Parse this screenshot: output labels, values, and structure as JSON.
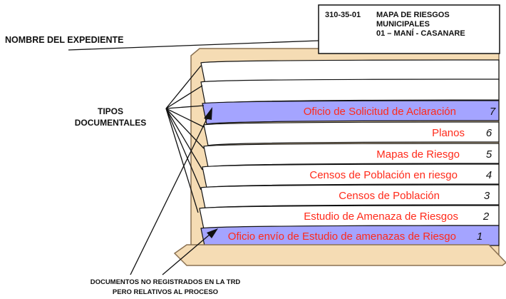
{
  "header": {
    "code": "310-35-01",
    "title_lines": [
      "MAPA DE RIESGOS",
      "MUNICIPALES",
      "01 – MANÍ - CASANARE"
    ]
  },
  "labels": {
    "expediente": "NOMBRE DEL EXPEDIENTE",
    "tipos_line1": "TIPOS",
    "tipos_line2": "DOCUMENTALES",
    "no_registrados_line1": "DOCUMENTOS NO REGISTRADOS EN LA TRD",
    "no_registrados_line2": "PERO RELATIVOS AL PROCESO"
  },
  "documents": [
    {
      "name": "Oficio de Solicitud de Aclaración",
      "number": "7",
      "registered": false
    },
    {
      "name": "Planos",
      "number": "6",
      "registered": true
    },
    {
      "name": "Mapas de Riesgo",
      "number": "5",
      "registered": true
    },
    {
      "name": "Censos de Población en riesgo",
      "number": "4",
      "registered": true
    },
    {
      "name": "Censos de Población",
      "number": "3",
      "registered": true
    },
    {
      "name": "Estudio de Amenaza de Riesgos",
      "number": "2",
      "registered": true
    },
    {
      "name": "Oficio envío de Estudio de amenazas de Riesgo",
      "number": "1",
      "registered": false
    }
  ],
  "colors": {
    "folder": "#f5dcb4",
    "folder_outline": "#8a7152",
    "highlight": "#a4a4ff",
    "doc_text": "#ff2a1a",
    "line": "#111111"
  }
}
